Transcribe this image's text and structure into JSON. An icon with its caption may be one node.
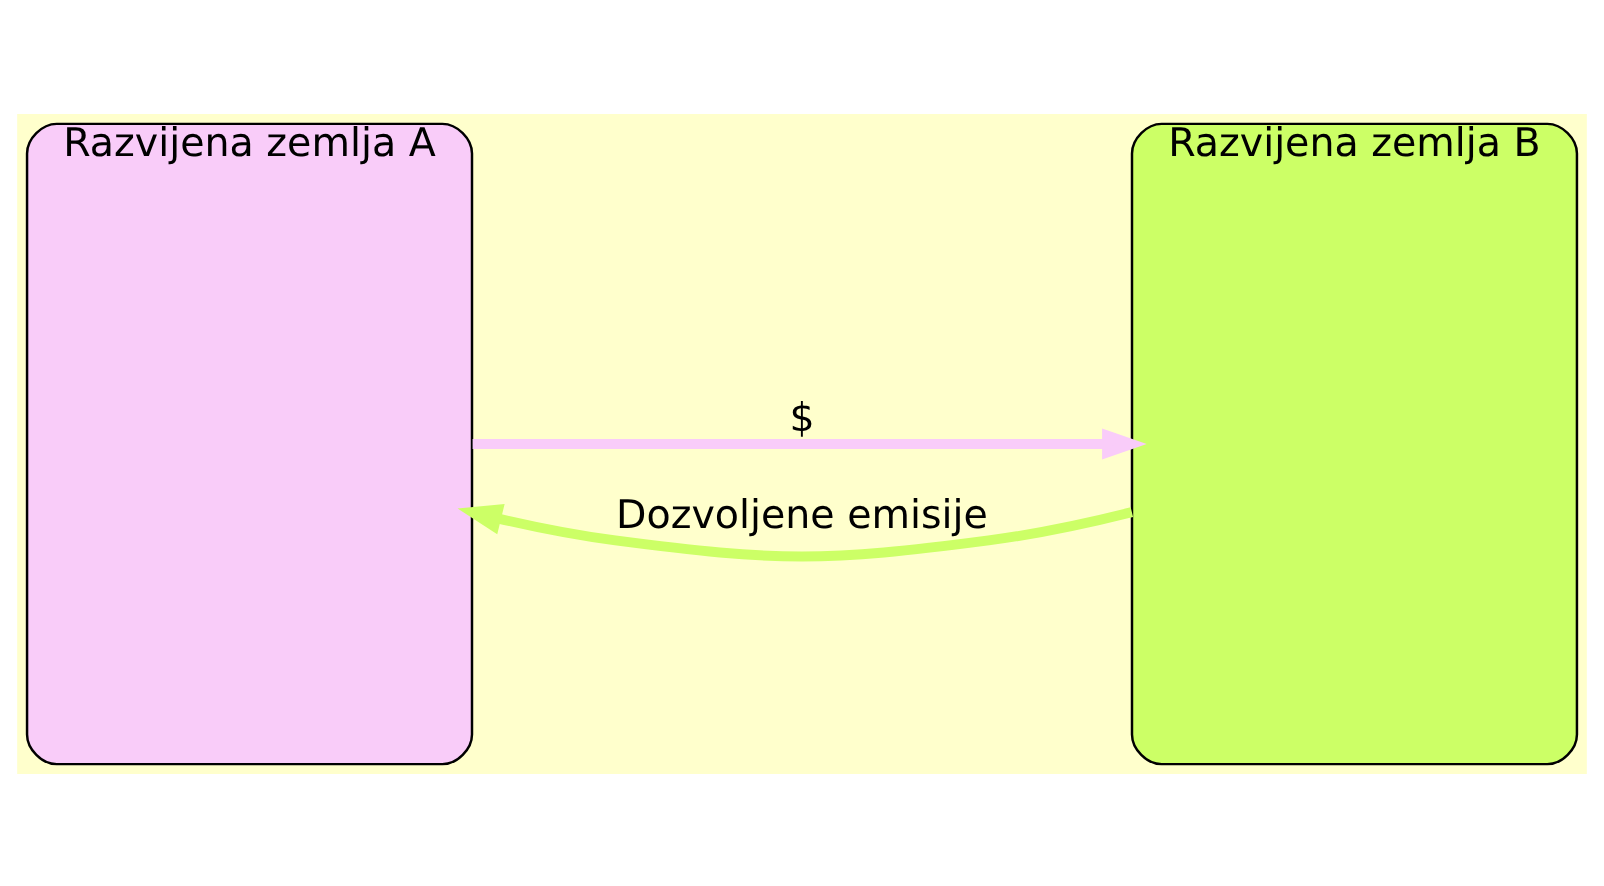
{
  "diagram": {
    "nodes": [
      {
        "text": [
          "Razvijena zemlja A"
        ]
      },
      {
        "text": [
          "Razvijena zemlja B"
        ]
      }
    ],
    "edges": [
      {
        "from": 0,
        "to": 1,
        "arrow": "to",
        "label": "$",
        "color": "#f9ccf9"
      },
      {
        "from": 1,
        "to": 0,
        "arrow": "to",
        "label": "Dozvoljene emisije",
        "color": "#ccff66"
      }
    ]
  }
}
